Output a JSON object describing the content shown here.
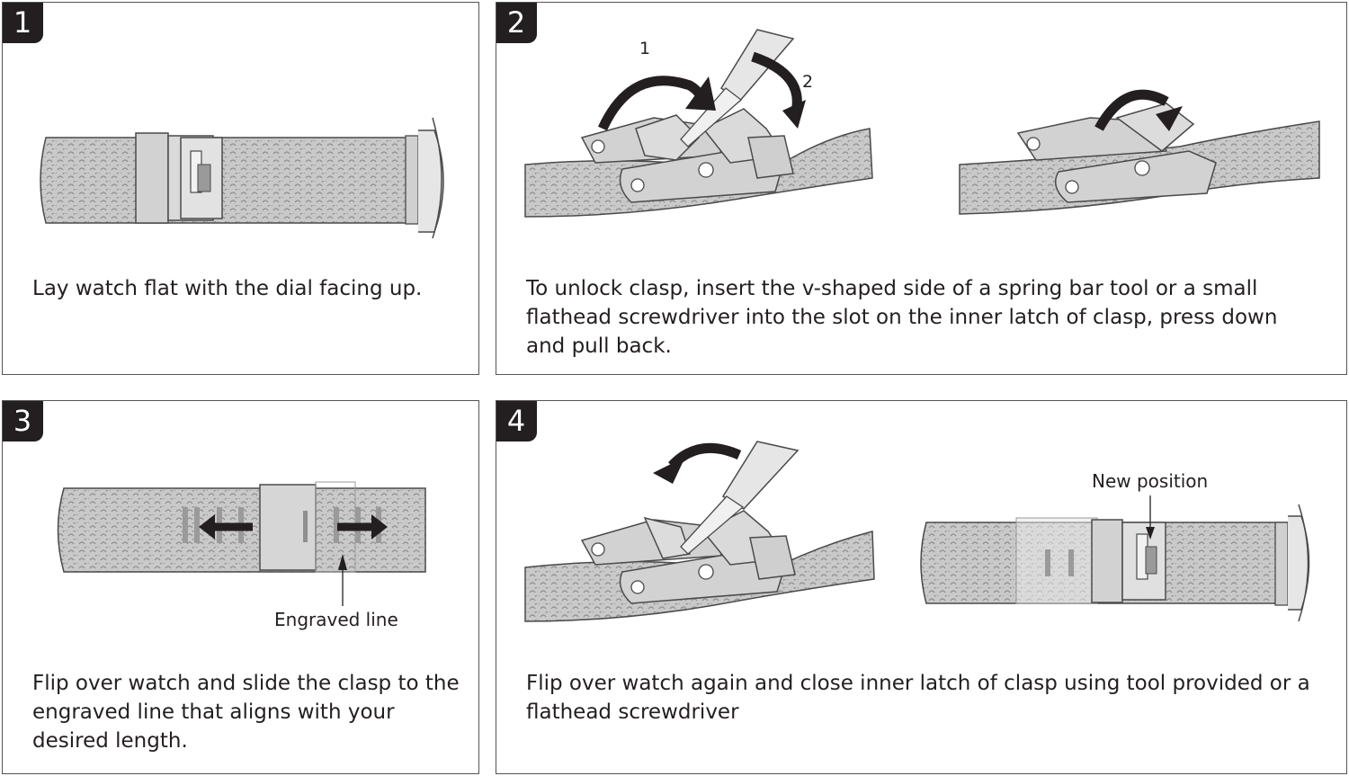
{
  "steps": [
    {
      "number": "1",
      "caption": "Lay watch flat with the dial facing up."
    },
    {
      "number": "2",
      "caption": "To unlock clasp, insert the v-shaped side of a spring bar tool or a small flathead screwdriver into the slot on the inner latch of clasp, press down and pull back.",
      "arrow_labels": [
        "1",
        "2"
      ]
    },
    {
      "number": "3",
      "caption": "Flip over watch and slide the clasp to the engraved line that aligns with your desired length.",
      "callout": "Engraved line"
    },
    {
      "number": "4",
      "caption": "Flip over watch again and close inner latch of clasp using tool provided or a flathead screwdriver",
      "callout": "New position"
    }
  ],
  "colors": {
    "badge": "#231f20",
    "strap": "#c9c9c9",
    "metal": "#d2d2d2",
    "outline": "#4a4a4a",
    "mesh": "#9a9a9a"
  }
}
